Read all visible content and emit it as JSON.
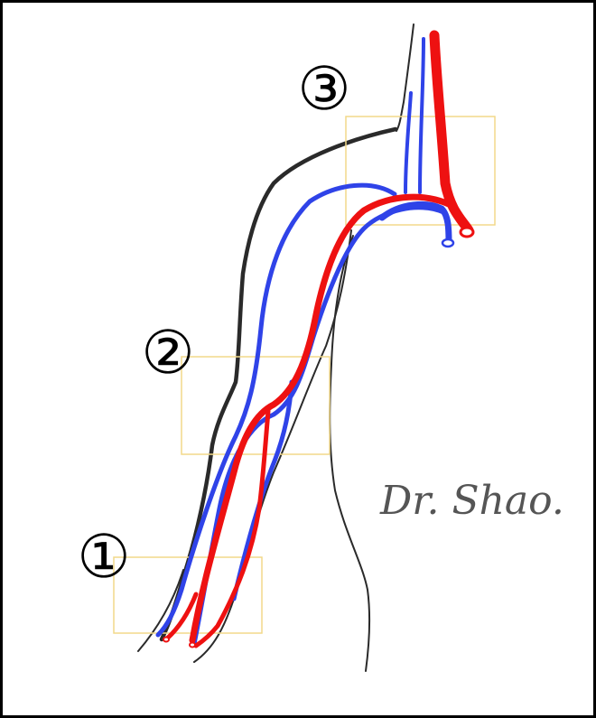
{
  "regions": [
    {
      "label": "①"
    },
    {
      "label": "②"
    },
    {
      "label": "③"
    }
  ],
  "signature": "Dr. Shao.",
  "colors": {
    "artery": "#ee1111",
    "vein": "#2f43e8",
    "outline": "#222222",
    "box": "#f2d98a",
    "border": "#000000"
  }
}
